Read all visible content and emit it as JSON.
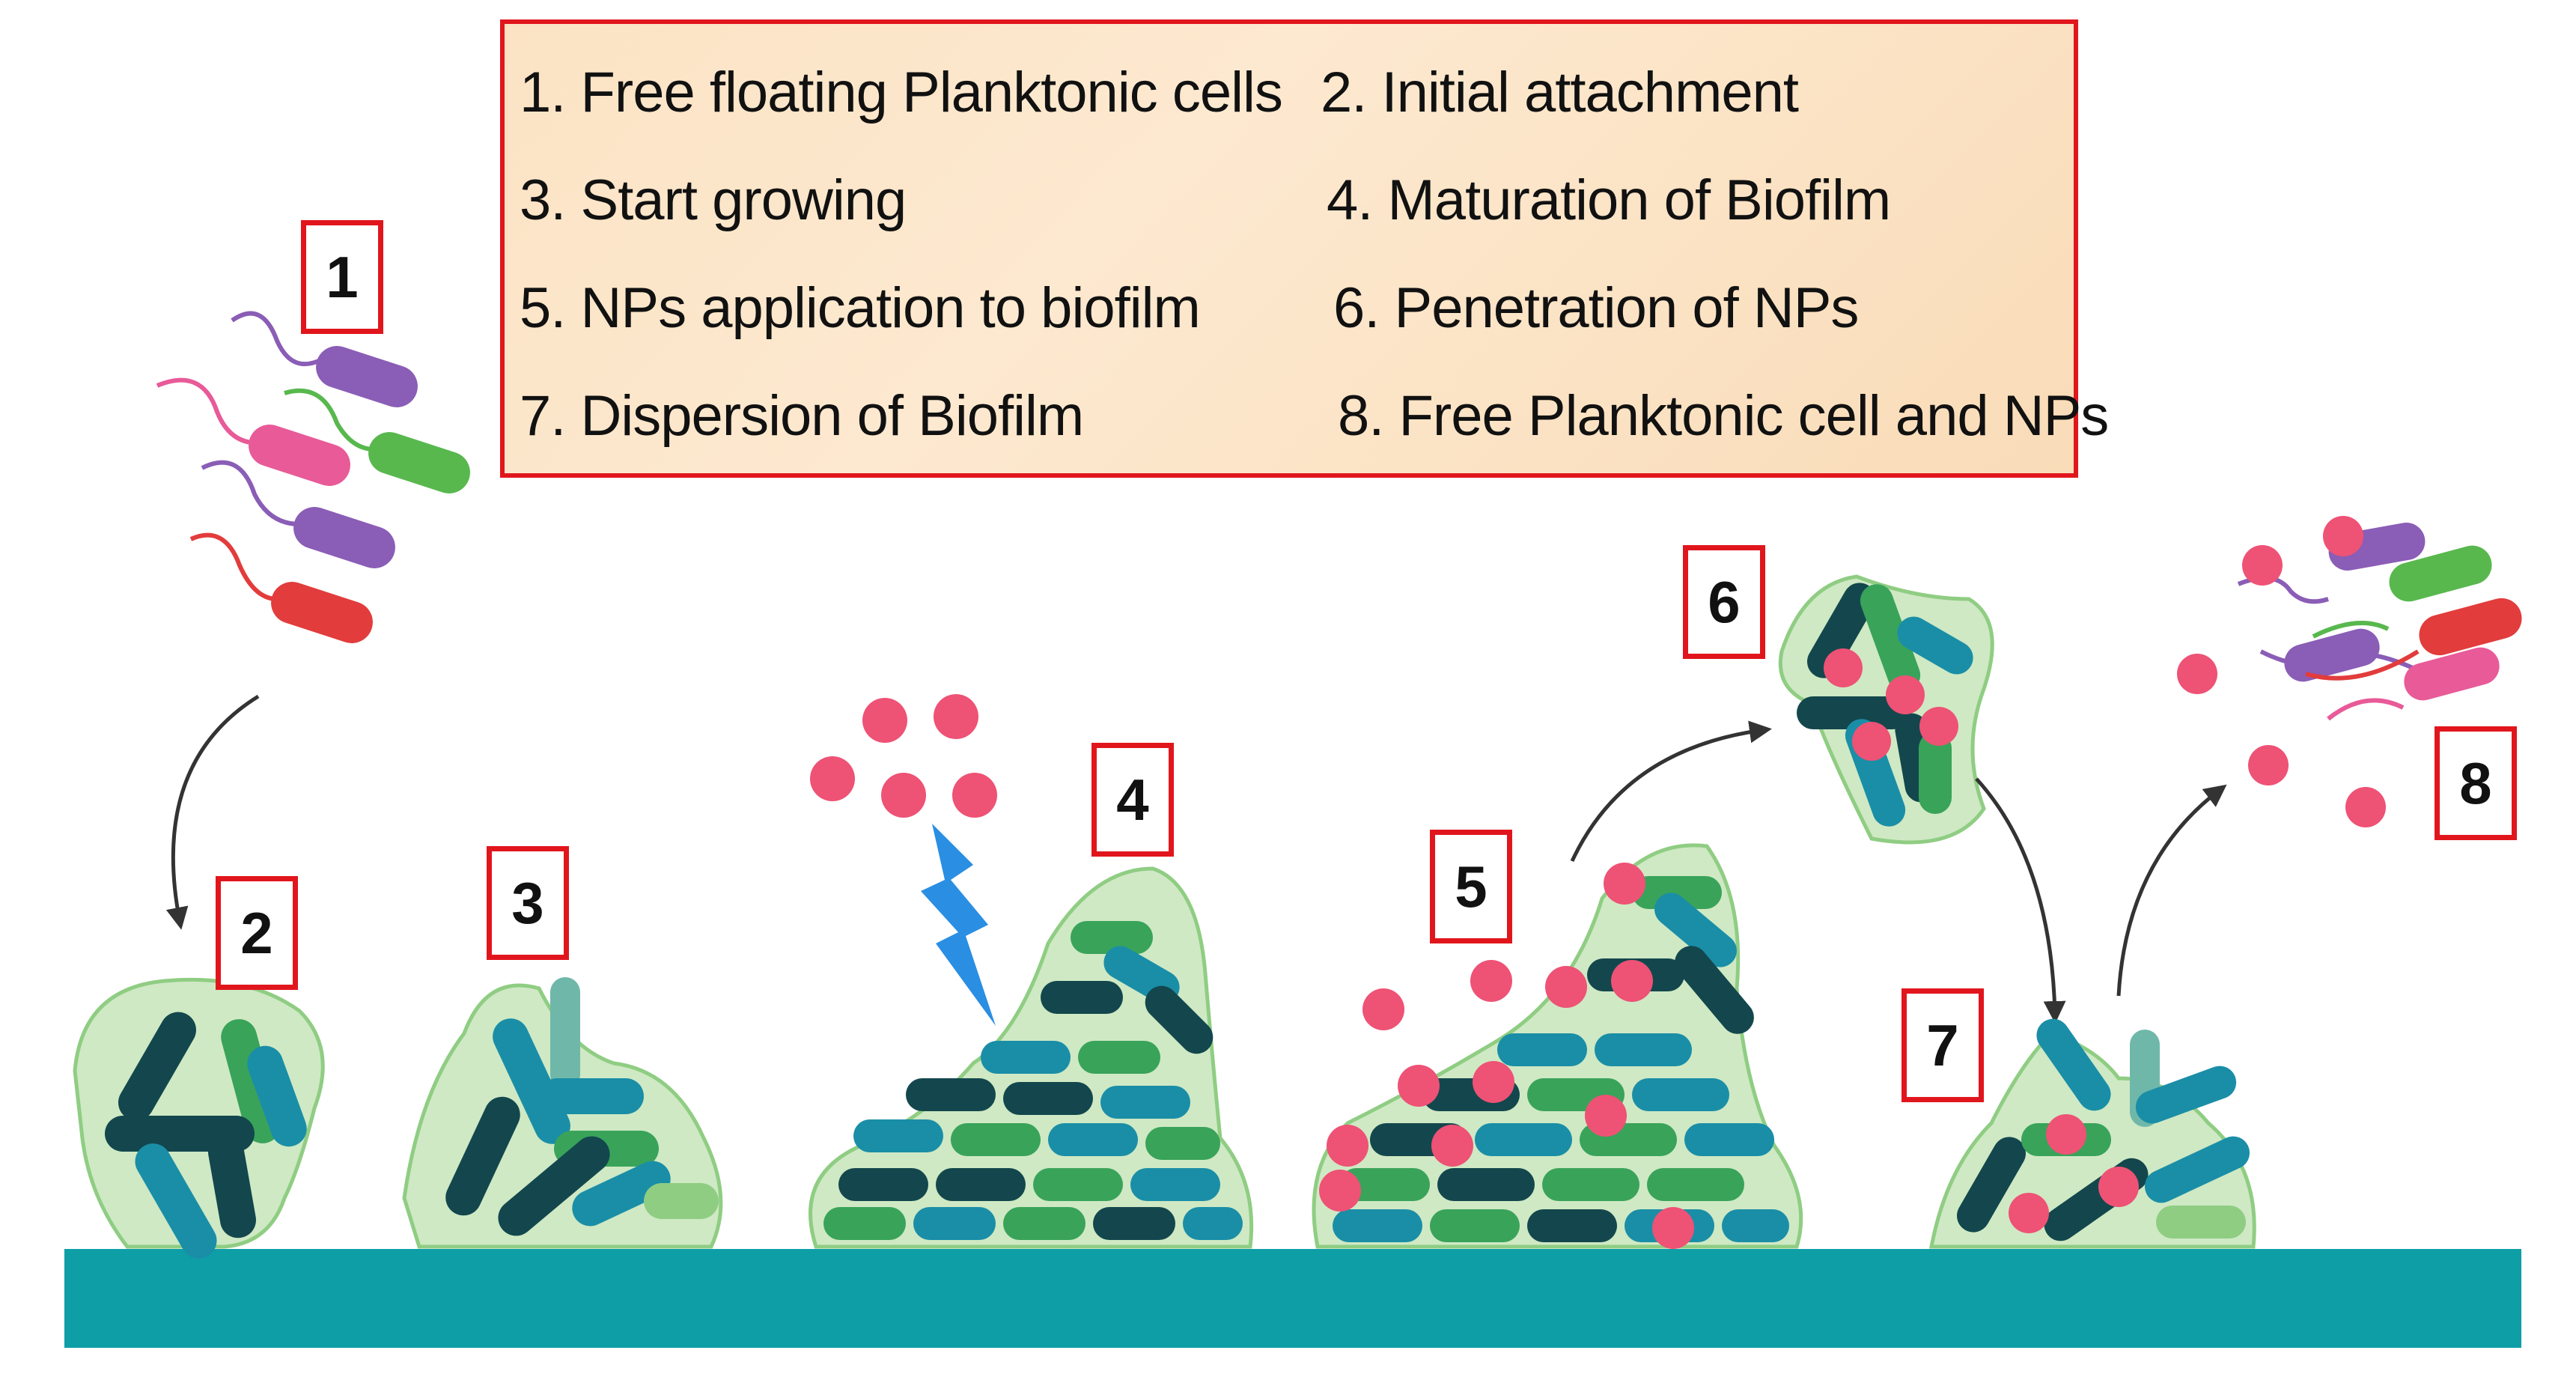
{
  "legend": {
    "items": [
      "1.  Free  floating Planktonic cells",
      "2.  Initial attachment",
      "3.  Start growing",
      "4. Maturation of Biofilm",
      "5.  NPs application to biofilm",
      "6.  Penetration of  NPs",
      "7. Dispersion of Biofilm",
      "8.  Free Planktonic cell and NPs"
    ]
  },
  "stage_labels": [
    "1",
    "2",
    "3",
    "4",
    "5",
    "6",
    "7",
    "8"
  ],
  "colors": {
    "legend_border": "#e1161d",
    "legend_bg": "#fbe3c4",
    "surface": "#0e9ea6",
    "matrix": "#cfe9c4",
    "matrix_outline": "#8fcd83",
    "cell_dark": "#13474d",
    "cell_teal": "#1a8ea7",
    "cell_green": "#39a35a",
    "nanoparticle": "#ee5275",
    "lightning": "#2a8ee3",
    "arrow": "#333333"
  },
  "icons": [
    "planktonic-cells-icon",
    "biofilm-cluster-icon",
    "nanoparticle-icon",
    "lightning-icon",
    "arrow-icon",
    "surface-icon"
  ]
}
